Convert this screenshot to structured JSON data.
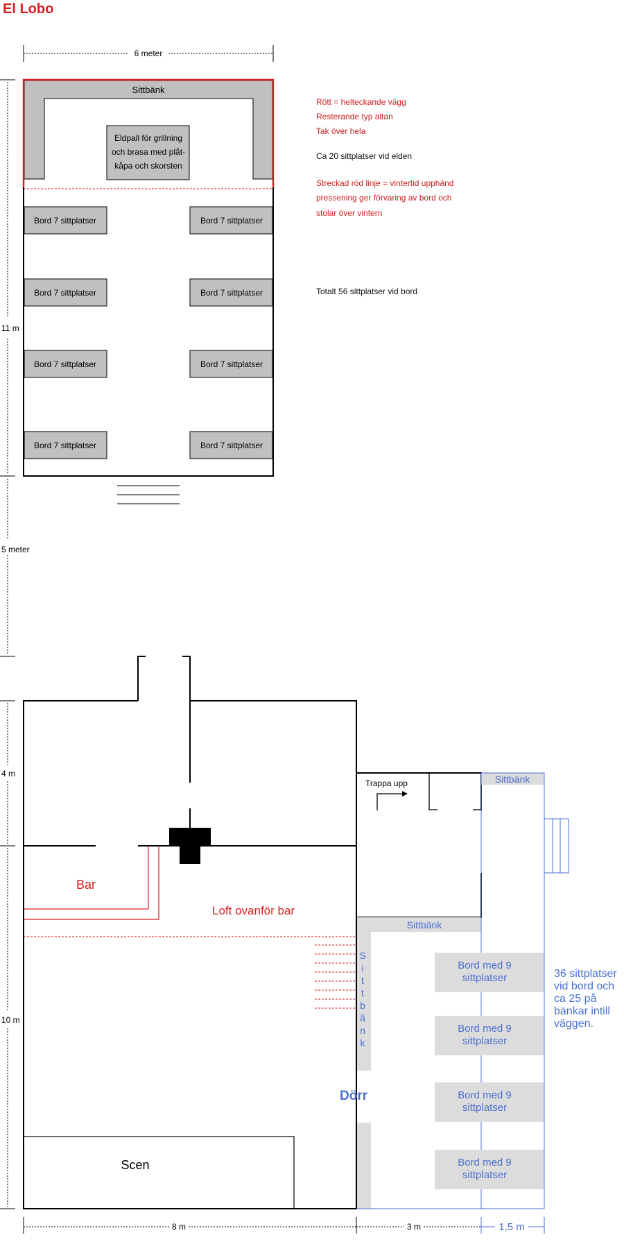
{
  "title": "El Lobo",
  "upper_plan": {
    "width_label": "6 meter",
    "height_label": "11 m",
    "gap_label": "5 meter",
    "bench_label": "Sittbänk",
    "fire_label": [
      "Eldpall för grillning",
      "och brasa med plåt-",
      "kåpa och skorsten"
    ],
    "table_label": "Bord 7 sittplatser",
    "table_count": 8
  },
  "notes": {
    "red_lines": [
      "Rött = helteckande vägg",
      "Resterande typ altan",
      "Tak över hela"
    ],
    "fire_seats": "Ca 20 sittplatser vid elden",
    "dashed_lines": [
      "Streckad röd linje = vintertid upphänd",
      "pressening ger förvaring av bord och",
      "stolar över vintern"
    ],
    "total_seats": "Totalt 56 sittplatser vid bord"
  },
  "lower_plan": {
    "height_upper_label": "4 m",
    "height_lower_label": "10 m",
    "width_main_label": "8 m",
    "width_side_label": "3 m",
    "width_terrace_label": "1,5 m",
    "stairs_label": "Trappa upp",
    "bar_label": "Bar",
    "loft_label": "Loft ovanför bar",
    "bench_label": "Sittbänk",
    "vertical_bench_letters": [
      "S",
      "i",
      "t",
      "t",
      "b",
      "ä",
      "n",
      "k"
    ],
    "door_label": "Dörr",
    "stage_label": "Scen",
    "table_label_lines": [
      "Bord med 9",
      "sittplatser"
    ],
    "table_count": 4,
    "side_note": "36 sittplatser vid bord och ca 25 på bänkar intill väggen."
  },
  "colors": {
    "wall_red": "#d42020",
    "note_red": "#cc1f1f",
    "blue": "#4a6fd1",
    "bench_gray": "#c0c0c0",
    "light_gray": "#dcdcdc"
  }
}
